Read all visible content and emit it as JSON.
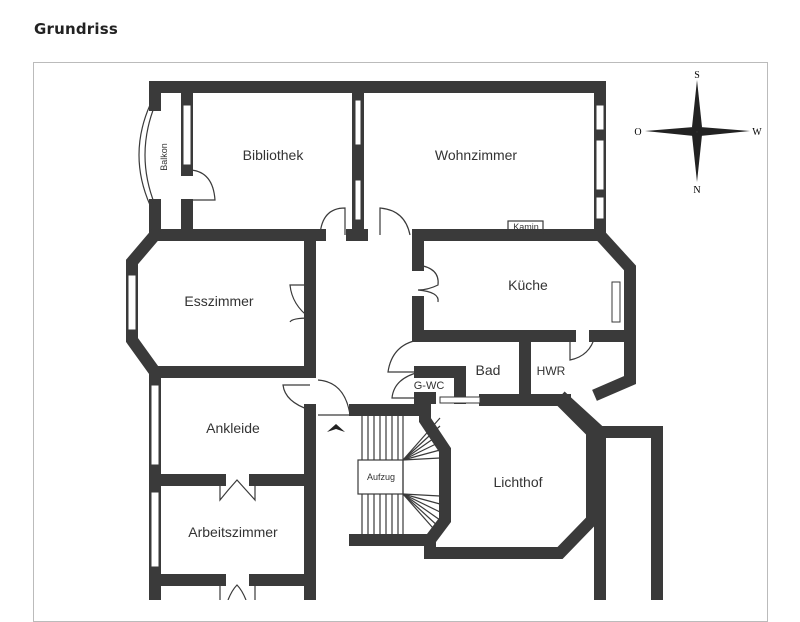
{
  "title": "Grundriss",
  "rooms": {
    "balkon": "Balkon",
    "bibliothek": "Bibliothek",
    "wohnzimmer": "Wohnzimmer",
    "kamin": "Kamin",
    "esszimmer": "Esszimmer",
    "kueche": "Küche",
    "bad": "Bad",
    "hwr": "HWR",
    "gwc": "G-WC",
    "ankleide": "Ankleide",
    "aufzug": "Aufzug",
    "lichthof": "Lichthof",
    "arbeitszimmer": "Arbeitszimmer"
  },
  "compass": {
    "north": "N",
    "south": "S",
    "east": "O",
    "west": "W"
  },
  "colors": {
    "wall": "#3a3a3a",
    "frame": "#bbbbbb"
  }
}
